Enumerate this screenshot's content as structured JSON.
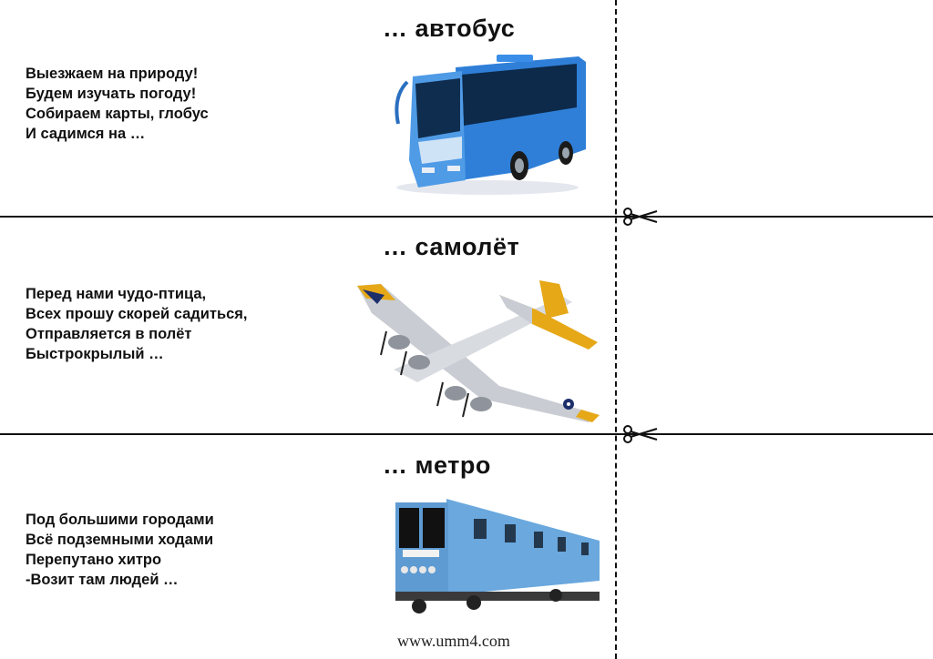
{
  "cards": [
    {
      "title": "… автобус",
      "lines": [
        "Выезжаем на природу!",
        "Будем изучать погоду!",
        "Собираем карты, глобус",
        "И садимся на …"
      ],
      "picture": "bus"
    },
    {
      "title": "… самолёт",
      "lines": [
        "Перед нами чудо-птица,",
        "Всех прошу скорей садиться,",
        "Отправляется в полёт",
        "Быстрокрылый …"
      ],
      "picture": "airplane"
    },
    {
      "title": "… метро",
      "lines": [
        "Под большими городами",
        "Всё подземными ходами",
        "Перепутано хитро",
        "-Возит там людей …"
      ],
      "picture": "metro-car"
    }
  ],
  "footer": "www.umm4.com",
  "icons": {
    "cut_marker": "scissors-icon"
  },
  "colors": {
    "bus_body": "#2f7fd8",
    "plane_body": "#c9ccd2",
    "plane_accent": "#e6a817",
    "metro_body": "#6aa8de"
  }
}
